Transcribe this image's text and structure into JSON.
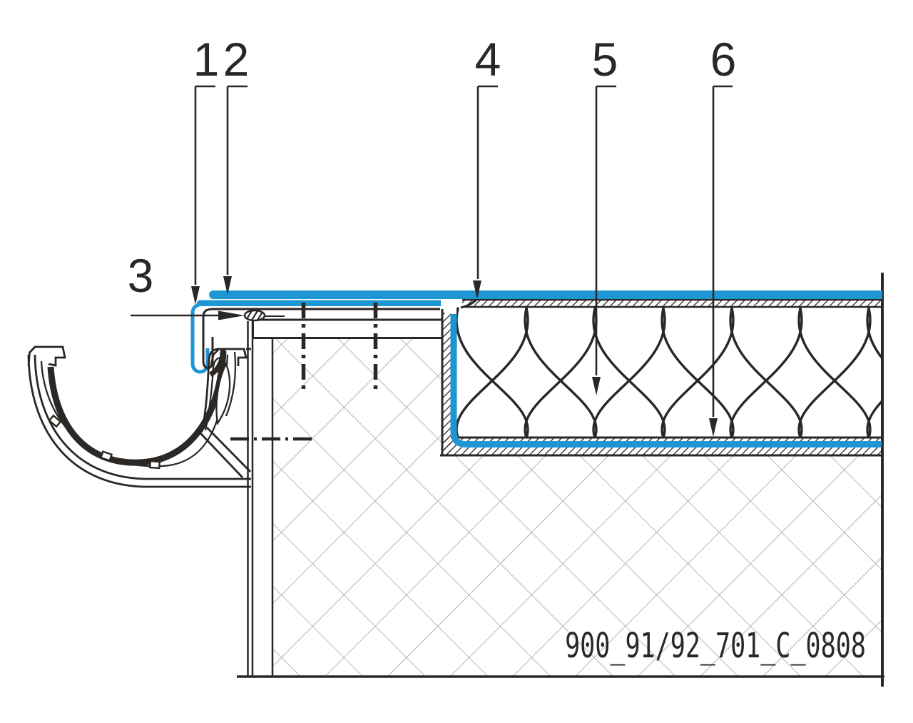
{
  "drawing": {
    "callouts": [
      {
        "label": "1"
      },
      {
        "label": "2"
      },
      {
        "label": "3"
      },
      {
        "label": "4"
      },
      {
        "label": "5"
      },
      {
        "label": "6"
      }
    ],
    "reference": {
      "text": "900_91/92_701_C_0808"
    },
    "colors": {
      "membrane_blue": "#1E96D3",
      "line_dark": "#2B2724",
      "hatch_gray": "#A6A09B"
    }
  }
}
